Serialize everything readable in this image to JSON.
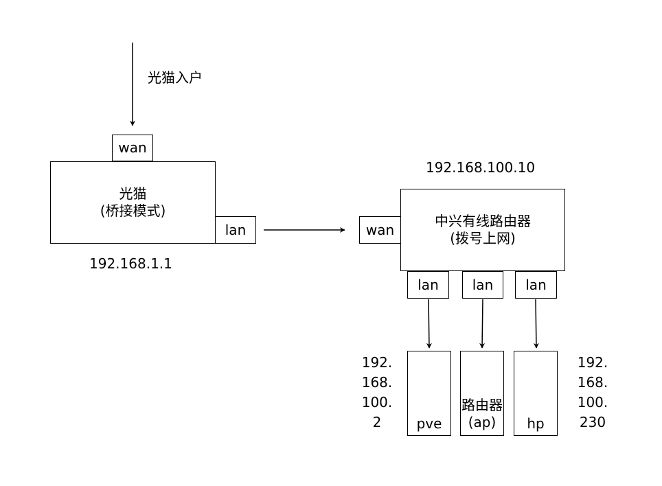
{
  "diagram": {
    "incoming_label": "光猫入户",
    "modem": {
      "title": "光猫",
      "subtitle": "(桥接模式)",
      "wan_port": "wan",
      "lan_port": "lan",
      "ip": "192.168.1.1"
    },
    "router": {
      "ip": "192.168.100.10",
      "title": "中兴有线路由器",
      "subtitle": "(拨号上网)",
      "wan_port": "wan",
      "lan_ports": [
        "lan",
        "lan",
        "lan"
      ]
    },
    "devices": [
      {
        "name": "pve",
        "ip_lines": [
          "192.",
          "168.",
          "100.",
          "2"
        ]
      },
      {
        "name_line1": "路由器",
        "name_line2": "(ap)"
      },
      {
        "name": "hp",
        "ip_lines": [
          "192.",
          "168.",
          "100.",
          "230"
        ]
      }
    ]
  }
}
